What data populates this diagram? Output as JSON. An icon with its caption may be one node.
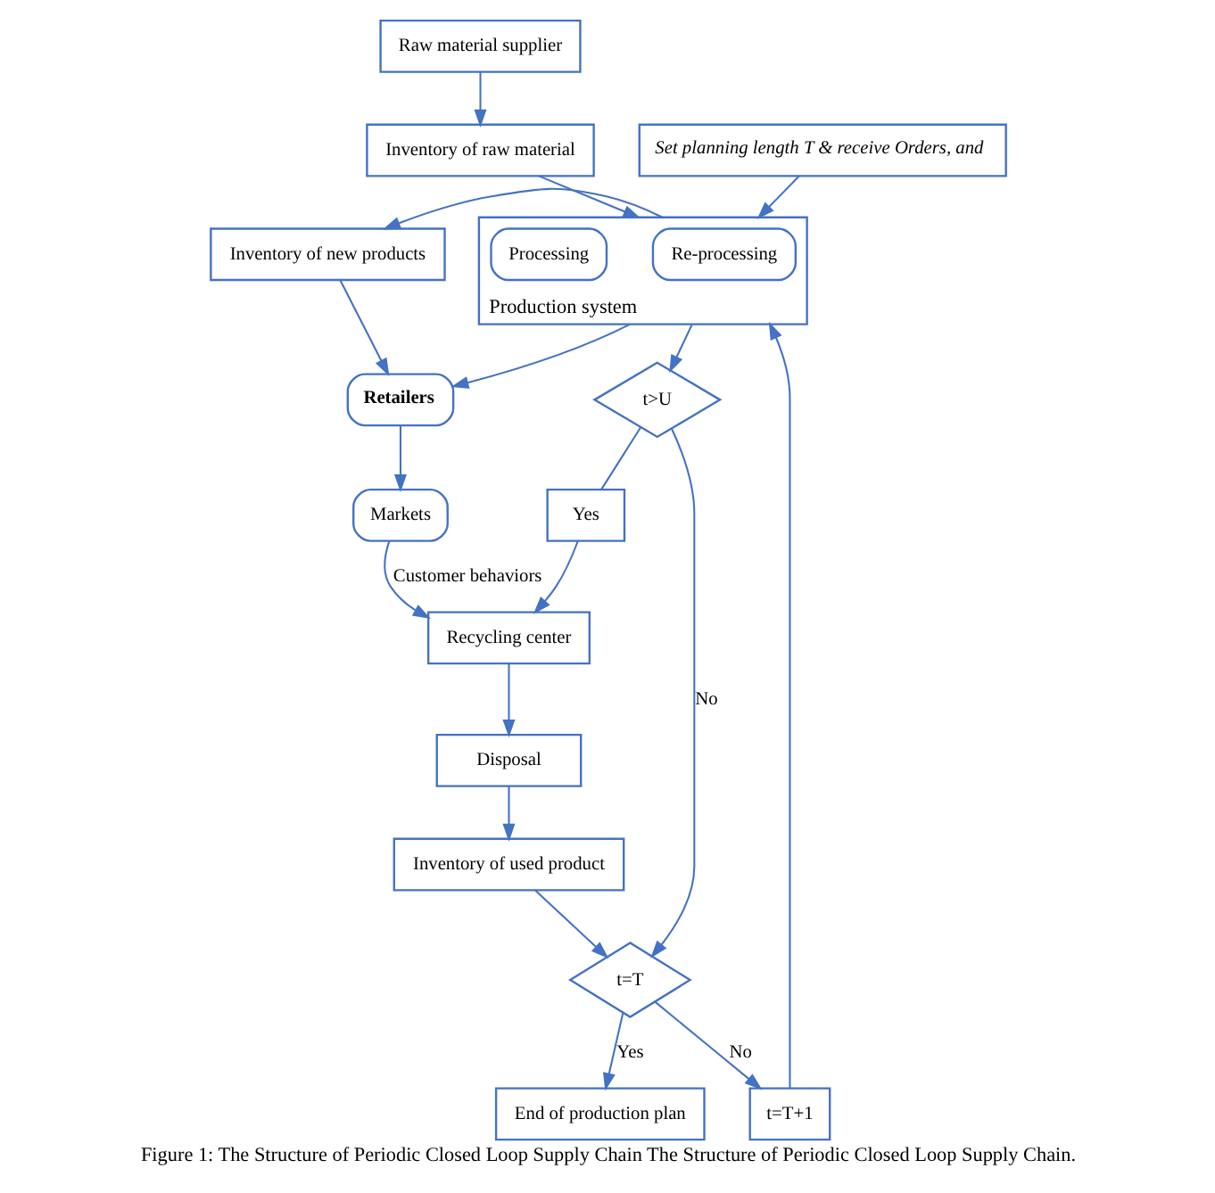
{
  "diagram": {
    "caption": "Figure 1: The Structure of Periodic Closed Loop Supply Chain The Structure of Periodic Closed Loop Supply Chain.",
    "nodes": [
      {
        "text": [
          "Raw material supplier"
        ]
      },
      {
        "text": [
          "Inventory of raw material"
        ]
      },
      {
        "text": [
          "Set planning length T & receive Orders, and"
        ]
      },
      {
        "text": [
          "End of production plan"
        ]
      },
      {
        "text": [
          "Production system"
        ]
      },
      {
        "text": [
          "Re-processing"
        ],
        "in": 4
      },
      {
        "text": [
          "Processing"
        ],
        "in": 4
      },
      {
        "text": [
          "t=T+1"
        ]
      },
      {
        "text": [
          "t=T"
        ]
      },
      {
        "text": [
          "Inventory of new products"
        ]
      },
      {
        "text": [
          "Retailers"
        ]
      },
      {
        "text": [
          "t>U"
        ]
      },
      {
        "text": [
          "Markets"
        ]
      },
      {
        "text": [
          "Inventory of used product"
        ]
      },
      {
        "text": [
          "Yes"
        ]
      },
      {
        "text": [
          "Disposal"
        ]
      },
      {
        "text": [
          "Recycling center"
        ]
      }
    ],
    "edges": [
      {
        "from": 0,
        "to": 1,
        "arrow": "to"
      },
      {
        "from": 1,
        "to": 4,
        "arrow": "to"
      },
      {
        "from": 2,
        "to": 4,
        "arrow": "to"
      },
      {
        "from": 8,
        "to": 3,
        "arrow": "to",
        "label": "Yes"
      },
      {
        "from": 8,
        "to": 7,
        "arrow": "to",
        "label": "No"
      },
      {
        "from": 7,
        "to": 4,
        "arrow": "to"
      },
      {
        "from": 4,
        "to": 9,
        "arrow": "to"
      },
      {
        "from": 4,
        "to": 10,
        "arrow": "to"
      },
      {
        "from": 4,
        "to": 11,
        "arrow": "to"
      },
      {
        "from": 9,
        "to": 10,
        "arrow": "to"
      },
      {
        "from": 10,
        "to": 12,
        "arrow": "to"
      },
      {
        "from": 12,
        "to": 16,
        "arrow": "to",
        "label": "Customer behaviors"
      },
      {
        "from": 11,
        "to": 8,
        "arrow": "to",
        "label": "No"
      },
      {
        "from": 11,
        "to": 14,
        "arrow": "none"
      },
      {
        "from": 14,
        "to": 16,
        "arrow": "to"
      },
      {
        "from": 16,
        "to": 15,
        "arrow": "to"
      },
      {
        "from": 15,
        "to": 13,
        "arrow": "to"
      },
      {
        "from": 13,
        "to": 8,
        "arrow": "to"
      }
    ]
  }
}
